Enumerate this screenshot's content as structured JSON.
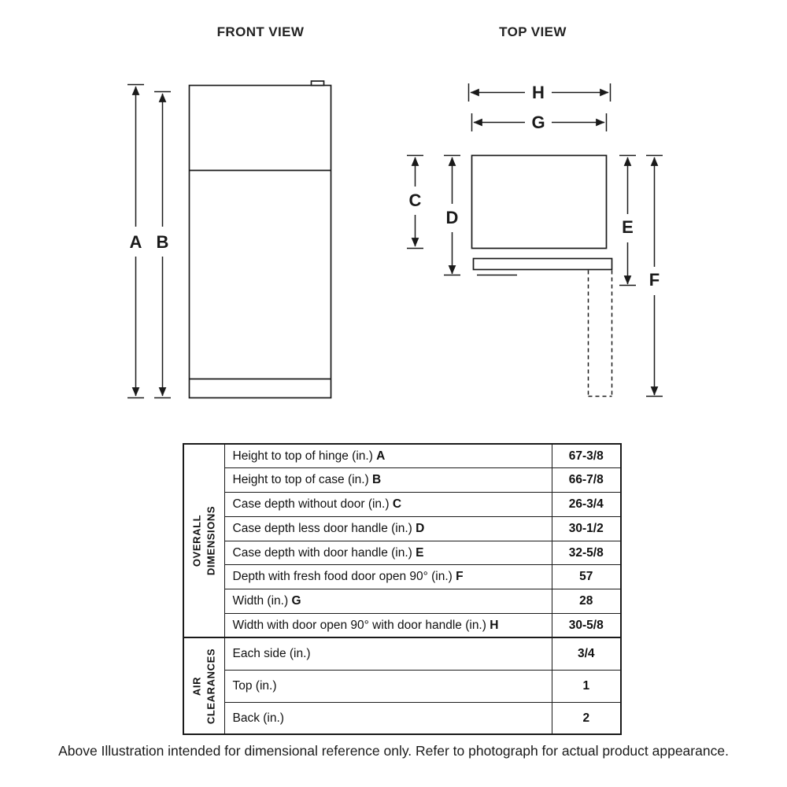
{
  "titles": {
    "front_view": "FRONT VIEW",
    "top_view": "TOP VIEW"
  },
  "dimension_labels": {
    "a": "A",
    "b": "B",
    "c": "C",
    "d": "D",
    "e": "E",
    "f": "F",
    "g": "G",
    "h": "H"
  },
  "table": {
    "sections": [
      {
        "header_line1": "OVERALL",
        "header_line2": "DIMENSIONS",
        "rows": [
          {
            "label": "Height to top of hinge (in.)",
            "key": "A",
            "value": "67-3/8"
          },
          {
            "label": "Height to top of case (in.)",
            "key": "B",
            "value": "66-7/8"
          },
          {
            "label": "Case depth without door (in.)",
            "key": "C",
            "value": "26-3/4"
          },
          {
            "label": "Case depth less door handle (in.)",
            "key": "D",
            "value": "30-1/2"
          },
          {
            "label": "Case depth with door handle (in.)",
            "key": "E",
            "value": "32-5/8"
          },
          {
            "label": "Depth with fresh food door open 90° (in.)",
            "key": "F",
            "value": "57"
          },
          {
            "label": "Width (in.)",
            "key": "G",
            "value": "28"
          },
          {
            "label": "Width with door open 90° with door handle (in.)",
            "key": "H",
            "value": "30-5/8"
          }
        ]
      },
      {
        "header_line1": "AIR",
        "header_line2": "CLEARANCES",
        "rows": [
          {
            "label": "Each side (in.)",
            "key": "",
            "value": "3/4"
          },
          {
            "label": "Top (in.)",
            "key": "",
            "value": "1"
          },
          {
            "label": "Back (in.)",
            "key": "",
            "value": "2"
          }
        ]
      }
    ]
  },
  "footer": "Above Illustration intended for dimensional reference only. Refer to photograph for actual product appearance."
}
